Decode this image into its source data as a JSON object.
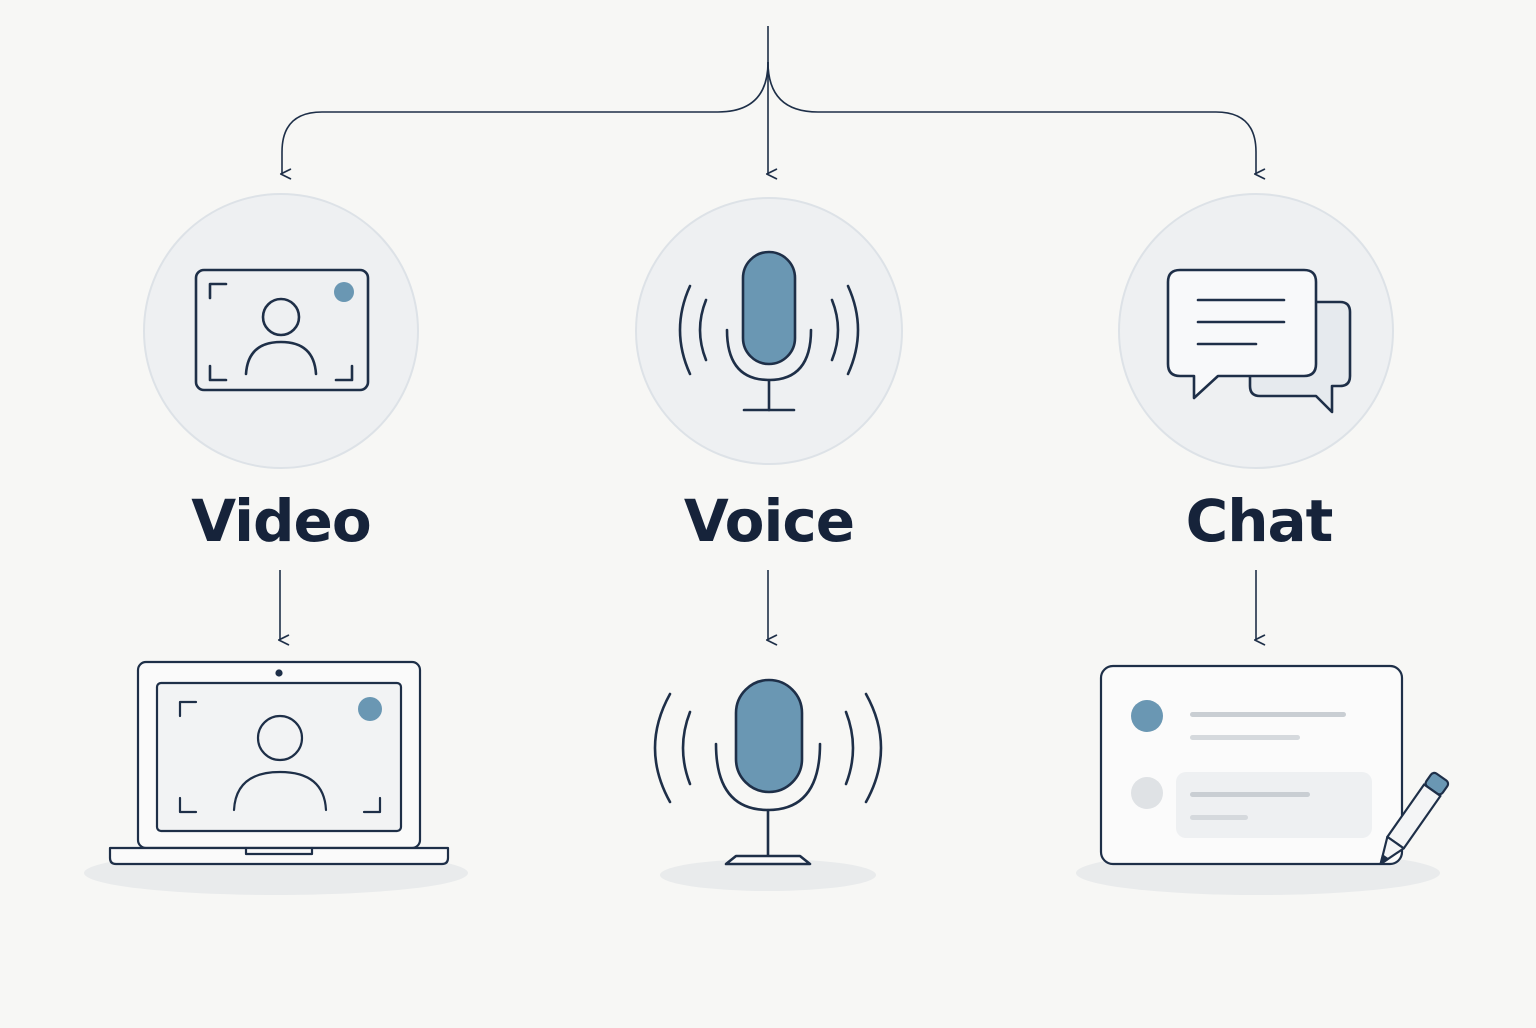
{
  "channels": [
    {
      "id": "video",
      "label": "Video",
      "icon": "video-camera-icon",
      "device": "laptop-video-call-icon"
    },
    {
      "id": "voice",
      "label": "Voice",
      "icon": "microphone-icon",
      "device": "studio-microphone-icon"
    },
    {
      "id": "chat",
      "label": "Chat",
      "icon": "chat-bubbles-icon",
      "device": "chat-window-pencil-icon"
    }
  ],
  "colors": {
    "background": "#f7f7f5",
    "line": "#1e2f48",
    "accent": "#6a97b3",
    "circle_fill": "#eef0f2",
    "circle_stroke": "#dde2e7",
    "label": "#16233a"
  }
}
